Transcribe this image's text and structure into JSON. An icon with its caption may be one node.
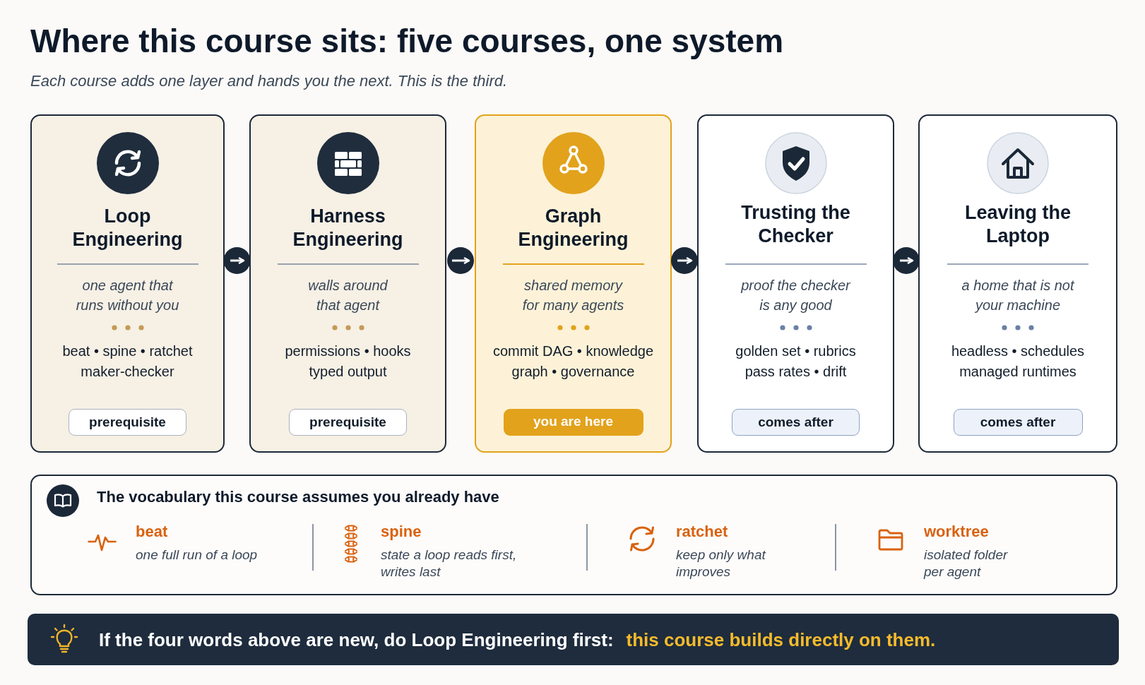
{
  "diagram": {
    "title": "Where this course sits: five courses, one system",
    "nodes": [
      {
        "text": [
          "Loop Engineering",
          "one agent that runs without you",
          "beat • spine • ratchet maker-checker"
        ]
      },
      {
        "text": [
          "prerequisite"
        ],
        "in": 0
      },
      {
        "text": [
          "Harness Engineering",
          "walls around that agent",
          "permissions • hooks typed output"
        ]
      },
      {
        "text": [
          "prerequisite"
        ],
        "in": 2
      },
      {
        "text": [
          "Graph Engineering",
          "shared memory for many agents",
          "commit DAG • knowledge graph • governance"
        ]
      },
      {
        "text": [
          "you are here"
        ],
        "in": 4
      },
      {
        "text": [
          "Trusting the Checker",
          "proof the checker is any good",
          "golden set • rubrics pass rates • drift"
        ]
      },
      {
        "text": [
          "comes after"
        ],
        "in": 6
      },
      {
        "text": [
          "Leaving the Laptop",
          "a home that is not your machine",
          "headless • schedules managed runtimes"
        ]
      },
      {
        "text": [
          "comes after"
        ],
        "in": 8
      },
      {
        "text": [
          "The vocabulary this course assumes you already have",
          "beat",
          "one full run of a loop",
          "spine",
          "state a loop reads first, writes last",
          "ratchet",
          "keep only what improves",
          "worktree",
          "isolated folder per agent"
        ]
      },
      {
        "text": [
          "If the four words above are new, do Loop Engineering first:",
          "this course builds directly on them."
        ]
      }
    ],
    "edges": [
      {
        "from": 0,
        "to": 2,
        "arrow": "to"
      },
      {
        "from": 2,
        "to": 4,
        "arrow": "to"
      },
      {
        "from": 4,
        "to": 6,
        "arrow": "to"
      },
      {
        "from": 6,
        "to": 8,
        "arrow": "to"
      }
    ],
    "labels": [
      "Each course adds one layer and hands you the next. This is the third."
    ]
  }
}
